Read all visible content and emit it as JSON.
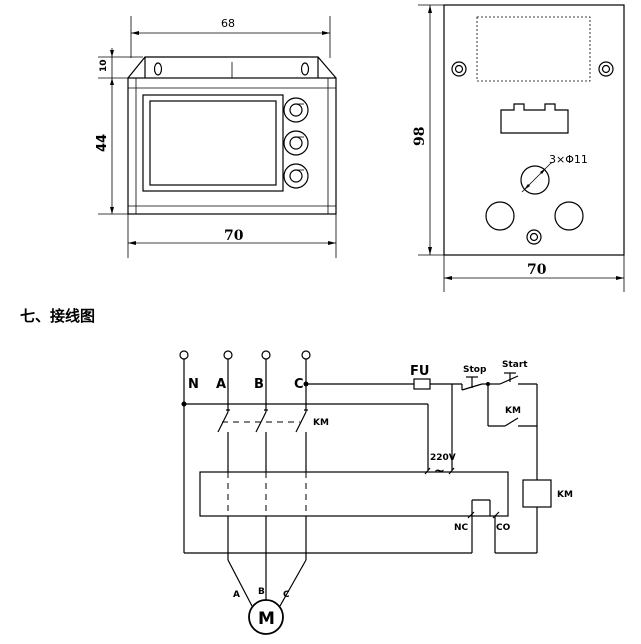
{
  "front_view": {
    "width_top": "68",
    "height_tab": "10",
    "height_body": "44",
    "width_bottom": "70"
  },
  "side_view": {
    "height": "98",
    "width": "70",
    "hole_label": "3×Φ11"
  },
  "section_title": "七、接线图",
  "wiring": {
    "terminals": [
      "N",
      "A",
      "B",
      "C"
    ],
    "fuse": "FU",
    "stop": "Stop",
    "start": "Start",
    "contactor_main": "KM",
    "contactor_aux": "KM",
    "coil": "KM",
    "supply": "220V",
    "supply_symbol": "~",
    "relay_nc": "NC",
    "relay_co": "CO",
    "motor_phases": [
      "A",
      "B",
      "C"
    ],
    "motor": "M"
  }
}
